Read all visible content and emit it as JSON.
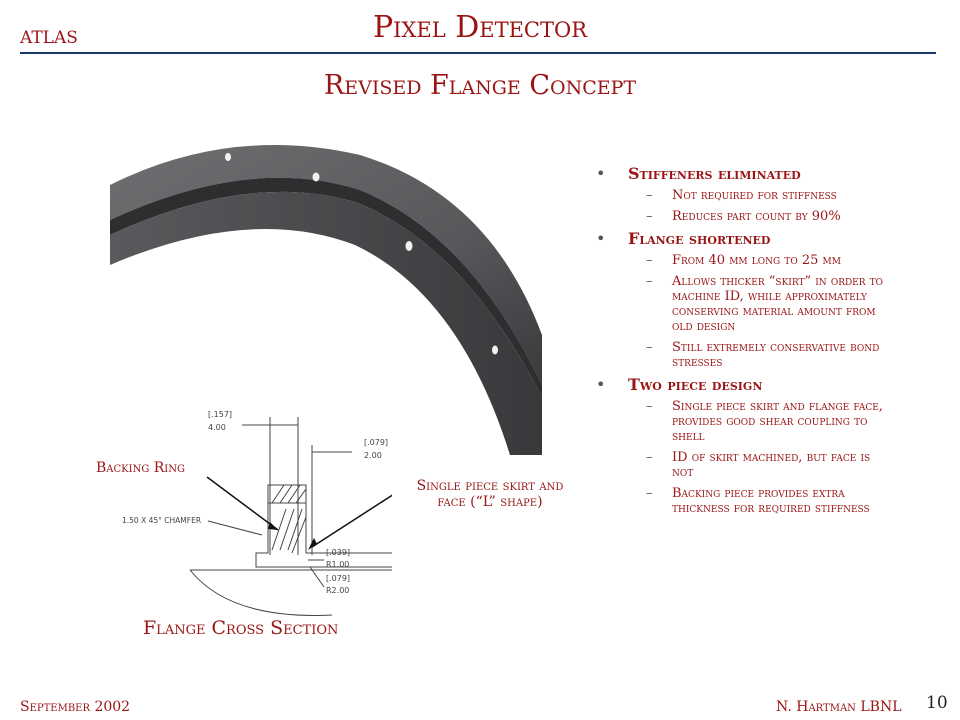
{
  "header": {
    "logo_text": "ATLAS",
    "title": "Pixel Detector",
    "subtitle": "Revised Flange Concept"
  },
  "figure": {
    "backing_label": "Backing Ring",
    "skirt_label": "Single piece skirt and face (“L” shape)",
    "caption": "Flange Cross Section",
    "dims": {
      "d1_in": "[.157]",
      "d1_mm": "4.00",
      "d2_in": "[.079]",
      "d2_mm": "2.00",
      "chamfer": "1.50 X 45° CHAMFER",
      "r1_in": "[.039]",
      "r1_mm": "R1.00",
      "r2_in": "[.079]",
      "r2_mm": "R2.00"
    }
  },
  "bullets": [
    {
      "text": "Stiffeners eliminated",
      "subs": [
        "Not required for stiffness",
        "Reduces part count by 90%"
      ]
    },
    {
      "text": "Flange shortened",
      "subs": [
        "From 40 mm long to 25 mm",
        "Allows thicker “skirt” in order to machine ID, while approximately conserving material amount from old design",
        "Still extremely conservative bond stresses"
      ]
    },
    {
      "text": "Two piece design",
      "subs": [
        "Single piece skirt and flange face, provides good shear coupling to shell",
        "ID of skirt machined, but face is not",
        "Backing piece provides extra thickness for required stiffness"
      ]
    }
  ],
  "footer": {
    "date": "September 2002",
    "author": "N. Hartman LBNL",
    "page": "10"
  }
}
